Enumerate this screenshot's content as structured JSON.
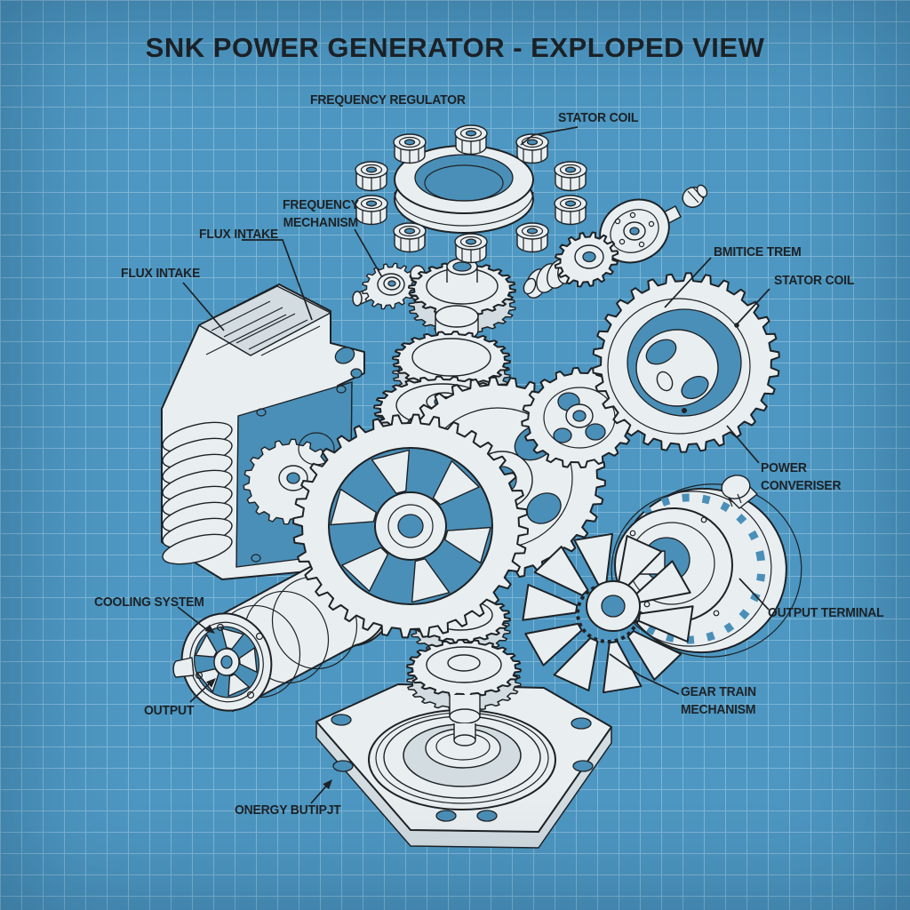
{
  "title": "SNK POWER GENERATOR - EXPLOPED VIEW",
  "colors": {
    "background": "#4d97c2",
    "grid_line": "#7fb5d4",
    "ink": "#1d2226",
    "part_fill": "#e9eef1",
    "part_shade": "#d2dce1",
    "opening": "#4a8fb8"
  },
  "labels": {
    "frequency_regulator": "FREQUENCY REGULATOR",
    "stator_coil_top": "STATOR COIL",
    "frequency_mechanism": "FREQUENCY\nMECHANISM",
    "flux_intake_upper": "FLUX INTAKE",
    "flux_intake_lower": "FLUX INTAKE",
    "bmitice_trem": "BMITICE TREM",
    "stator_coil_right": "STATOR COIL",
    "power_converiser": "POWER\nCONVERISER",
    "output_terminal": "OUTPUT TERMINAL",
    "gear_train_mechanism": "GEAR TRAIN\nMECHANISM",
    "cooling_system": "COOLING SYSTEM",
    "output": "OUTPUT",
    "onergy_butipjt": "ONERGY BUTIPJT"
  }
}
